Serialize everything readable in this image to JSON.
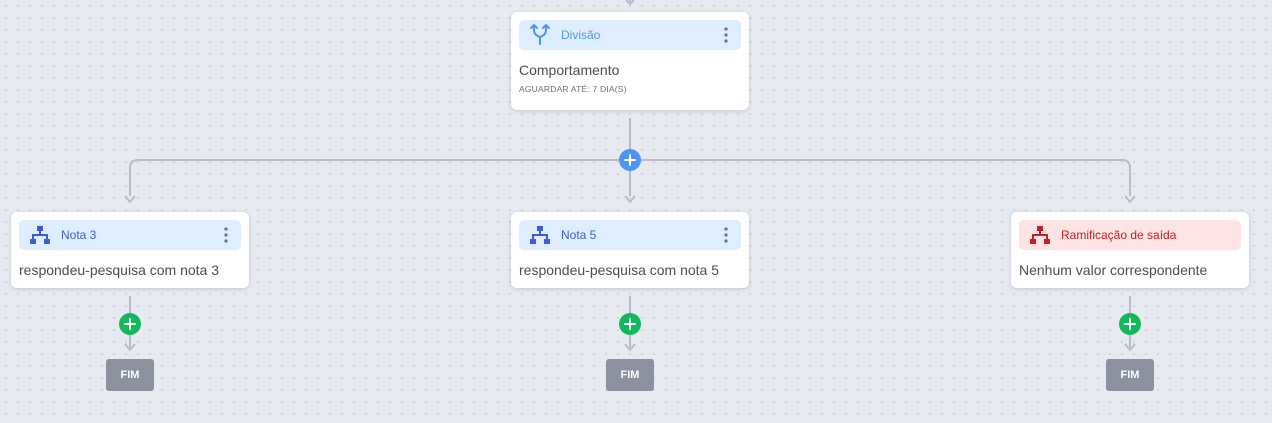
{
  "colors": {
    "canvas_bg": "#e8eaf1",
    "connector": "#b9bcc6",
    "blue_header": "#dfeefe",
    "blue_text": "#3e5bd3",
    "red_header": "#fde3e3",
    "red_text": "#c61e22",
    "add_blue": "#4d95f3",
    "add_green": "#12b95a",
    "end_gray": "#8c91a0"
  },
  "split_node": {
    "title": "Divisão",
    "icon": "split-arrows-icon",
    "body": "Comportamento",
    "subtitle": "AGUARDAR ATÉ: 7 DIA(S)"
  },
  "branches": [
    {
      "title": "Nota 3",
      "icon": "branch-tree-icon",
      "body": "respondeu-pesquisa com nota 3",
      "end_label": "FIM"
    },
    {
      "title": "Nota 5",
      "icon": "branch-tree-icon",
      "body": "respondeu-pesquisa com nota 5",
      "end_label": "FIM"
    },
    {
      "title": "Ramificação de saída",
      "icon": "branch-tree-icon",
      "body": "Nenhum valor correspondente",
      "end_label": "FIM"
    }
  ]
}
